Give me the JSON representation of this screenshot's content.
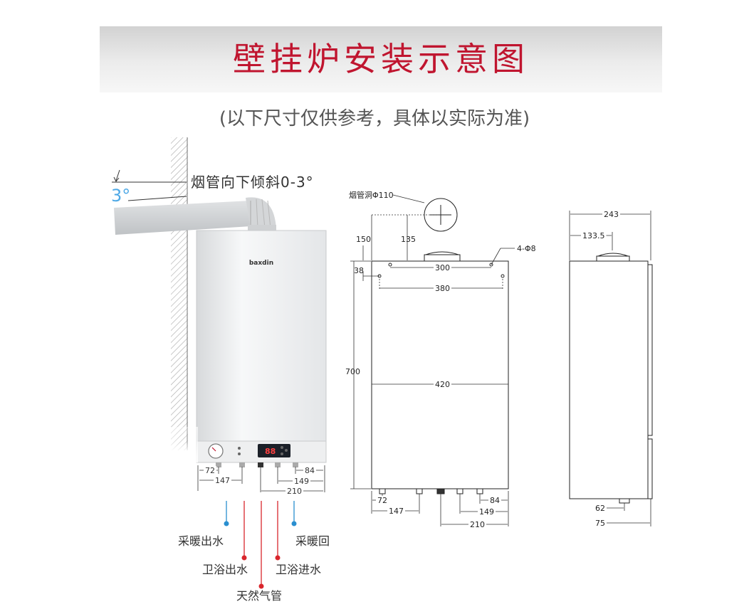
{
  "title": "壁挂炉安装示意图",
  "subtitle": "(以下尺寸仅供参考，具体以实际为准)",
  "brand": "baxdin",
  "display_reading": "88",
  "flue": {
    "angle": "3°",
    "note": "烟管向下倾斜0-3°"
  },
  "left_dims": {
    "d1": "72",
    "d2": "147",
    "d3": "84",
    "d4": "149",
    "d5": "210"
  },
  "pipes": {
    "heating_out": "采暖出水",
    "heating_return": "采暖回",
    "bath_out": "卫浴出水",
    "bath_in": "卫浴进水",
    "gas": "天然气管"
  },
  "front_dims": {
    "flue_hole": "烟管洞Φ110",
    "d150": "150",
    "d135": "135",
    "holes": "4-Φ8",
    "d38": "38",
    "d300": "300",
    "d380": "380",
    "d700": "700",
    "d420": "420",
    "d72": "72",
    "d147": "147",
    "d84": "84",
    "d149": "149",
    "d210": "210"
  },
  "side_dims": {
    "d243": "243",
    "d1335": "133.5",
    "d62": "62",
    "d75": "75"
  },
  "colors": {
    "title": "#c0152f",
    "hot_pipe": "#d9262c",
    "cold_pipe": "#2a8fd0",
    "angle": "#4fa9e6"
  }
}
